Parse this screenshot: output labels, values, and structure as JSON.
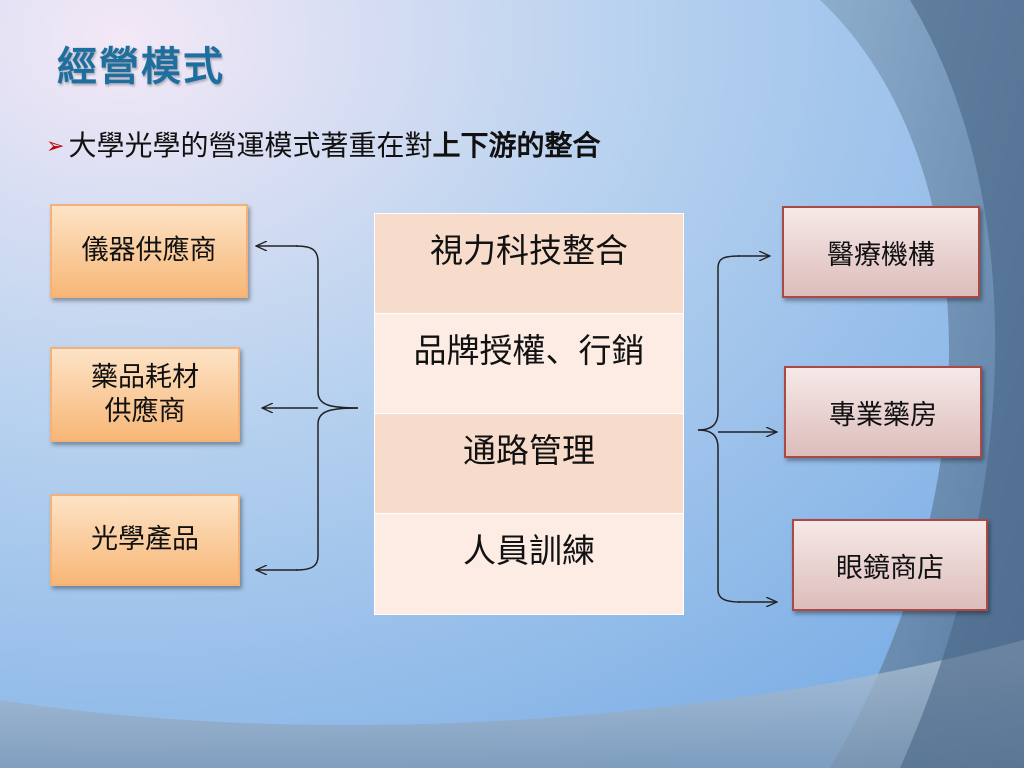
{
  "title": "經營模式",
  "bullet": {
    "text": "大學光學的營運模式著重在對",
    "bold": "上下游的整合"
  },
  "left_boxes": [
    {
      "line1": "儀器供應商",
      "line2": ""
    },
    {
      "line1": "藥品耗材",
      "line2": "供應商"
    },
    {
      "line1": "光學產品",
      "line2": ""
    }
  ],
  "center_rows": [
    "視力科技整合",
    "品牌授權、行銷",
    "通路管理",
    "人員訓練"
  ],
  "right_boxes": [
    "醫療機構",
    "專業藥房",
    "眼鏡商店"
  ],
  "colors": {
    "title": "#1f6f9e",
    "bullet_arrow": "#c00000",
    "left_box_fill": "#f7b777",
    "right_box_border": "#a94a45",
    "table_dark": "#f8dccb",
    "table_light": "#fcece4"
  }
}
